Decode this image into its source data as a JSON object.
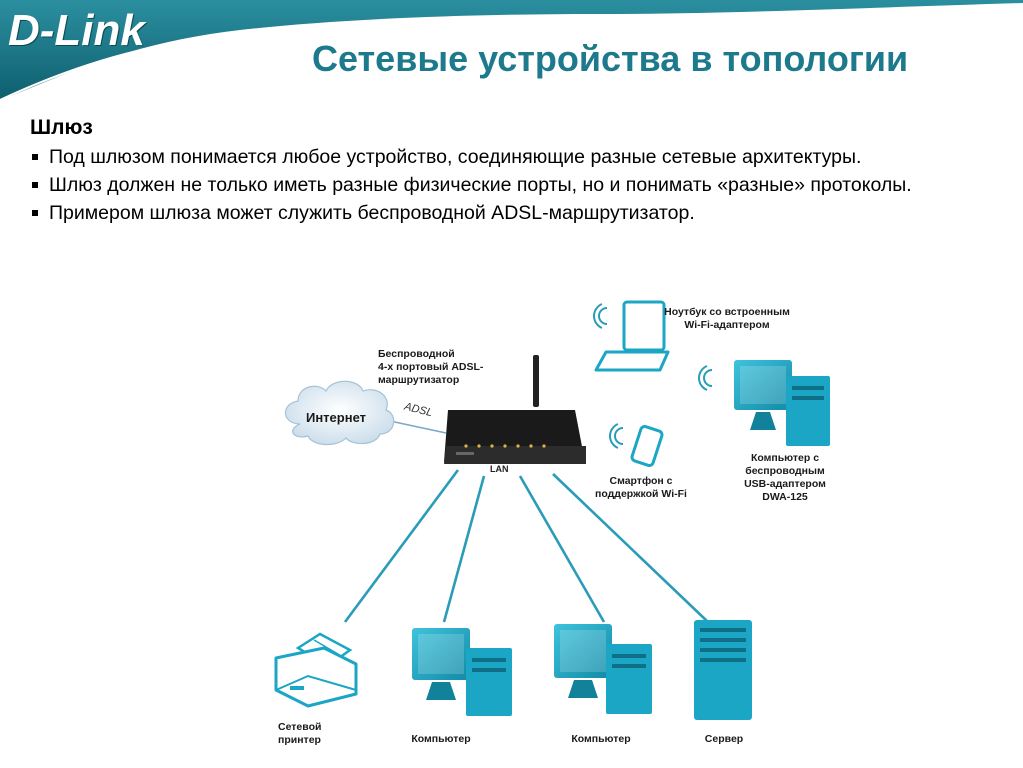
{
  "header": {
    "logo_text": "D-Link",
    "title": "Сетевые устройства в топологии"
  },
  "content": {
    "heading": "Шлюз",
    "bullets": [
      "Под шлюзом понимается любое устройство, соединяющие разные сетевые архитектуры.",
      "Шлюз должен не только иметь разные физические порты, но и понимать «разные» протоколы.",
      "Примером шлюза может служить беспроводной ADSL-маршрутизатор."
    ]
  },
  "diagram": {
    "cloud": "Интернет",
    "adsl": "ADSL",
    "lan": "LAN",
    "router_label": [
      "Беспроводной",
      "4-х портовый ADSL-",
      "маршрутизатор"
    ],
    "laptop_label": [
      "Ноутбук со встроенным",
      "Wi-Fi-адаптером"
    ],
    "pc_usb_label": [
      "Компьютер с",
      "беспроводным",
      "USB-адаптером",
      "DWA-125"
    ],
    "phone_label": [
      "Смартфон с",
      "поддержкой Wi-Fi"
    ],
    "printer_label": [
      "Сетевой",
      "принтер"
    ],
    "pc1_label": "Компьютер",
    "pc2_label": "Компьютер",
    "server_label": "Сервер"
  },
  "colors": {
    "accent": "#1d7a8c",
    "device": "#1aa6c4",
    "device_dark": "#12819a",
    "line": "#2a9cb8"
  }
}
